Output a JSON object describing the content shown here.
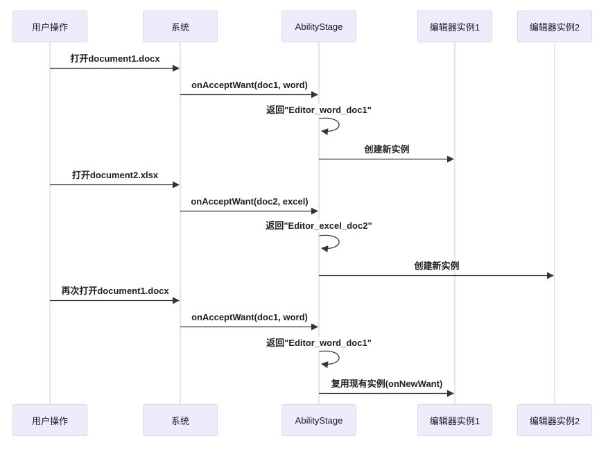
{
  "diagram": {
    "type": "sequence-diagram",
    "participants": [
      {
        "id": "user-operation",
        "label": "用户操作"
      },
      {
        "id": "system",
        "label": "系统"
      },
      {
        "id": "ability-stage",
        "label": "AbilityStage"
      },
      {
        "id": "editor-instance-1",
        "label": "编辑器实例1"
      },
      {
        "id": "editor-instance-2",
        "label": "编辑器实例2"
      }
    ],
    "messages": [
      {
        "from": "用户操作",
        "to": "系统",
        "label": "打开document1.docx",
        "kind": "solid-arrow"
      },
      {
        "from": "系统",
        "to": "AbilityStage",
        "label": "onAcceptWant(doc1, word)",
        "kind": "solid-arrow"
      },
      {
        "from": "AbilityStage",
        "to": "AbilityStage",
        "label": "返回\"Editor_word_doc1\"",
        "kind": "self-loop"
      },
      {
        "from": "AbilityStage",
        "to": "编辑器实例1",
        "label": "创建新实例",
        "kind": "solid-arrow"
      },
      {
        "from": "用户操作",
        "to": "系统",
        "label": "打开document2.xlsx",
        "kind": "solid-arrow"
      },
      {
        "from": "系统",
        "to": "AbilityStage",
        "label": "onAcceptWant(doc2, excel)",
        "kind": "solid-arrow"
      },
      {
        "from": "AbilityStage",
        "to": "AbilityStage",
        "label": "返回\"Editor_excel_doc2\"",
        "kind": "self-loop"
      },
      {
        "from": "AbilityStage",
        "to": "编辑器实例2",
        "label": "创建新实例",
        "kind": "solid-arrow"
      },
      {
        "from": "用户操作",
        "to": "系统",
        "label": "再次打开document1.docx",
        "kind": "solid-arrow"
      },
      {
        "from": "系统",
        "to": "AbilityStage",
        "label": "onAcceptWant(doc1, word)",
        "kind": "solid-arrow"
      },
      {
        "from": "AbilityStage",
        "to": "AbilityStage",
        "label": "返回\"Editor_word_doc1\"",
        "kind": "self-loop"
      },
      {
        "from": "AbilityStage",
        "to": "编辑器实例1",
        "label": "复用现有实例(onNewWant)",
        "kind": "solid-arrow"
      }
    ],
    "colors": {
      "background": "#ffffff",
      "actor_fill": "#ececfa",
      "actor_border": "#d9d9e8",
      "lifeline": "#c9c9dd",
      "arrow": "#333333",
      "text": "#1f1f1f"
    }
  }
}
